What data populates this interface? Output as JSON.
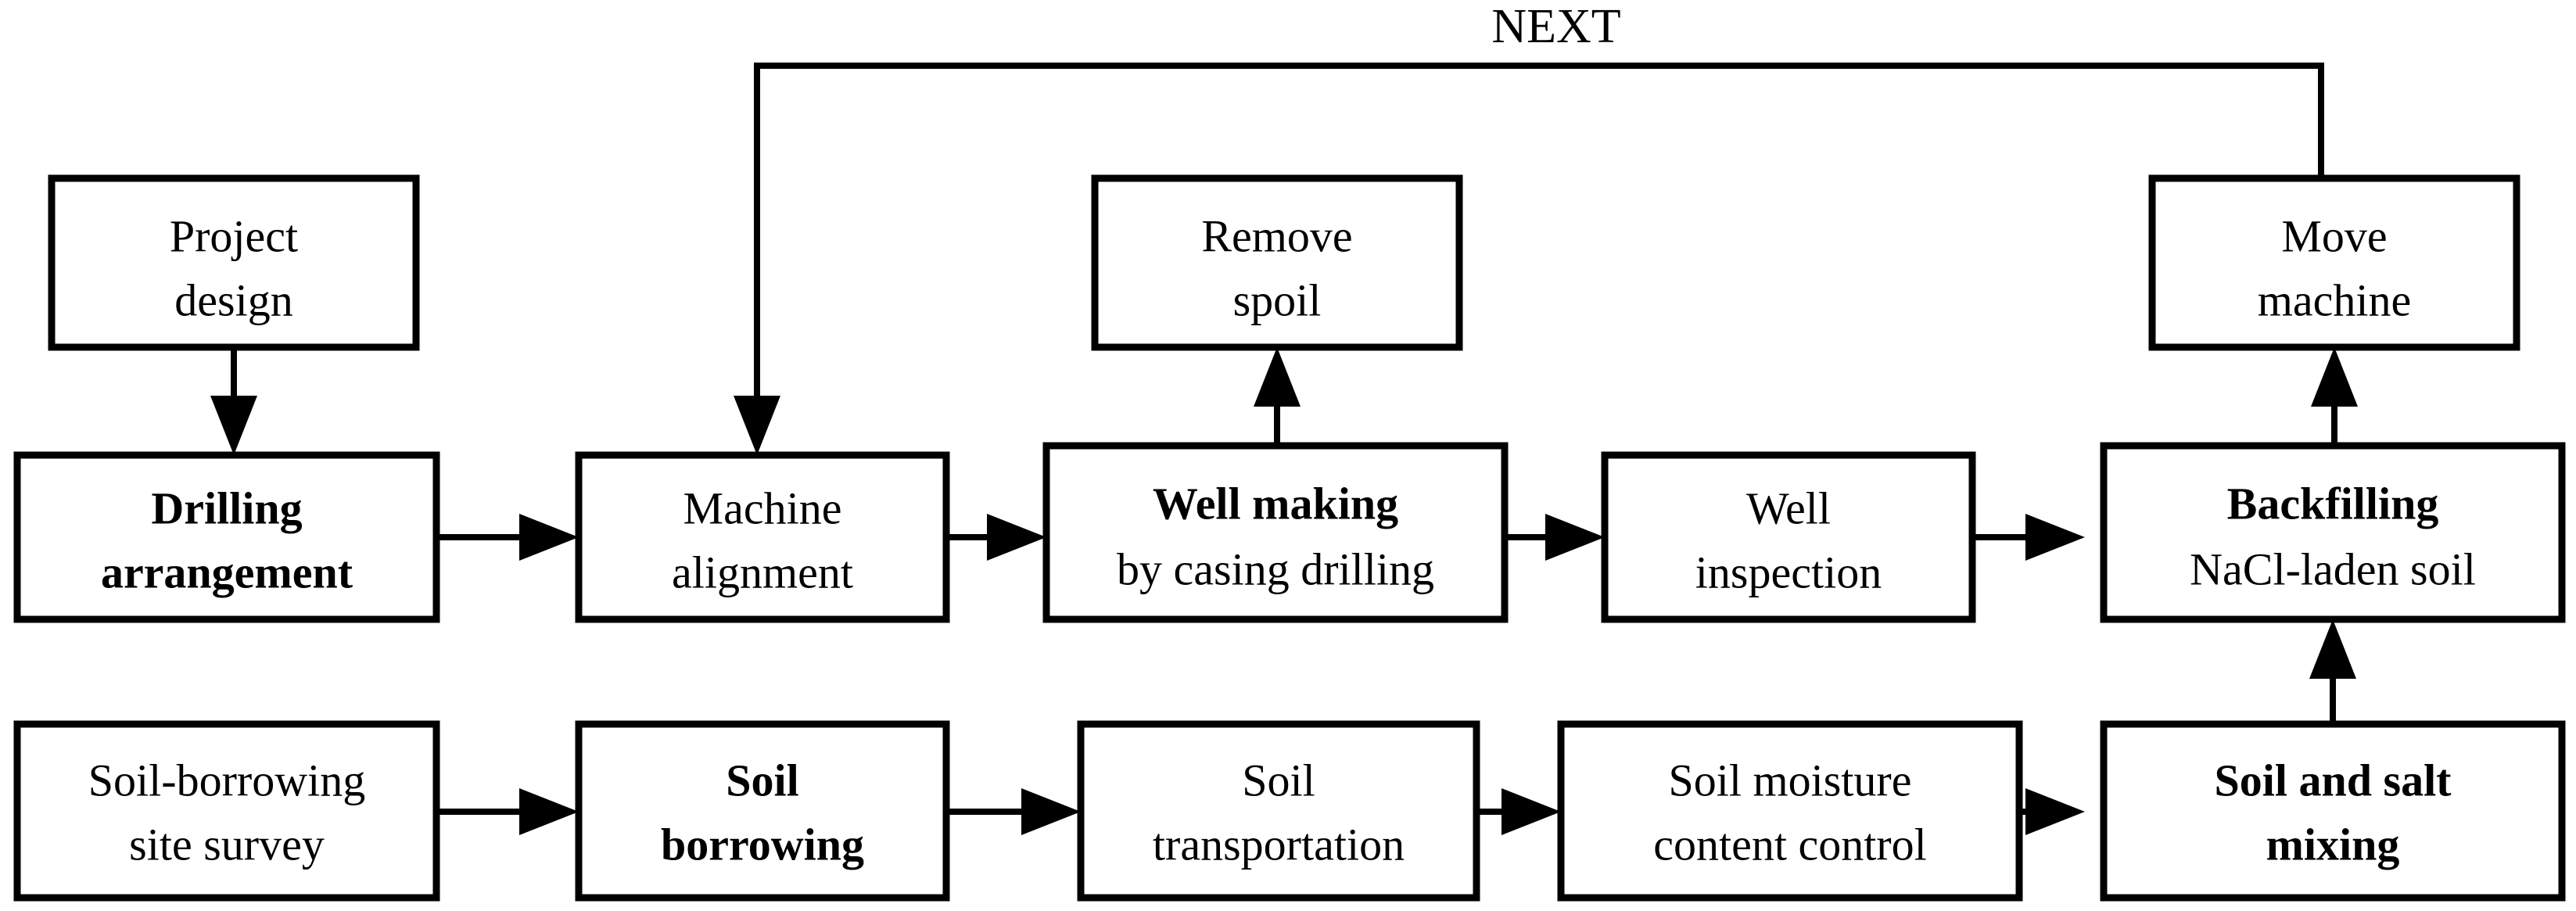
{
  "diagram": {
    "title_label": "NEXT",
    "stroke_color": "#000000",
    "fill_color": "#ffffff",
    "nodes": [
      {
        "id": "project-design",
        "lines": [
          "Project",
          "design"
        ],
        "bold": [
          false,
          false
        ]
      },
      {
        "id": "drilling-arrangement",
        "lines": [
          "Drilling",
          "arrangement"
        ],
        "bold": [
          true,
          true
        ]
      },
      {
        "id": "machine-alignment",
        "lines": [
          "Machine",
          "alignment"
        ],
        "bold": [
          false,
          false
        ]
      },
      {
        "id": "remove-spoil",
        "lines": [
          "Remove",
          "spoil"
        ],
        "bold": [
          false,
          false
        ]
      },
      {
        "id": "well-making",
        "lines": [
          "Well making",
          "by casing drilling"
        ],
        "bold": [
          true,
          false
        ]
      },
      {
        "id": "well-inspection",
        "lines": [
          "Well",
          "inspection"
        ],
        "bold": [
          false,
          false
        ]
      },
      {
        "id": "move-machine",
        "lines": [
          "Move",
          "machine"
        ],
        "bold": [
          false,
          false
        ]
      },
      {
        "id": "backfilling",
        "lines": [
          "Backfilling",
          "NaCl-laden soil"
        ],
        "bold": [
          true,
          false
        ]
      },
      {
        "id": "soil-borrowing-site-survey",
        "lines": [
          "Soil-borrowing",
          "site survey"
        ],
        "bold": [
          false,
          false
        ]
      },
      {
        "id": "soil-borrowing",
        "lines": [
          "Soil",
          "borrowing"
        ],
        "bold": [
          true,
          true
        ]
      },
      {
        "id": "soil-transportation",
        "lines": [
          "Soil",
          "transportation"
        ],
        "bold": [
          false,
          false
        ]
      },
      {
        "id": "soil-moisture-content-control",
        "lines": [
          "Soil moisture",
          "content control"
        ],
        "bold": [
          false,
          false
        ]
      },
      {
        "id": "soil-and-salt-mixing",
        "lines": [
          "Soil and salt",
          "mixing"
        ],
        "bold": [
          true,
          true
        ]
      }
    ],
    "edges": [
      {
        "id": "project-design-to-drilling-arrangement",
        "from": "project-design",
        "to": "drilling-arrangement"
      },
      {
        "id": "drilling-arrangement-to-machine-alignment",
        "from": "drilling-arrangement",
        "to": "machine-alignment"
      },
      {
        "id": "machine-alignment-to-well-making",
        "from": "machine-alignment",
        "to": "well-making"
      },
      {
        "id": "well-making-to-remove-spoil",
        "from": "well-making",
        "to": "remove-spoil"
      },
      {
        "id": "well-making-to-well-inspection",
        "from": "well-making",
        "to": "well-inspection"
      },
      {
        "id": "well-inspection-to-backfilling",
        "from": "well-inspection",
        "to": "backfilling"
      },
      {
        "id": "backfilling-to-move-machine",
        "from": "backfilling",
        "to": "move-machine"
      },
      {
        "id": "move-machine-to-machine-alignment-next-loop",
        "from": "move-machine",
        "to": "machine-alignment",
        "label": "NEXT"
      },
      {
        "id": "soil-borrowing-site-survey-to-soil-borrowing",
        "from": "soil-borrowing-site-survey",
        "to": "soil-borrowing"
      },
      {
        "id": "soil-borrowing-to-soil-transportation",
        "from": "soil-borrowing",
        "to": "soil-transportation"
      },
      {
        "id": "soil-transportation-to-soil-moisture-content-control",
        "from": "soil-transportation",
        "to": "soil-moisture-content-control"
      },
      {
        "id": "soil-moisture-content-control-to-soil-and-salt-mixing",
        "from": "soil-moisture-content-control",
        "to": "soil-and-salt-mixing"
      },
      {
        "id": "soil-and-salt-mixing-to-backfilling",
        "from": "soil-and-salt-mixing",
        "to": "backfilling"
      }
    ]
  }
}
